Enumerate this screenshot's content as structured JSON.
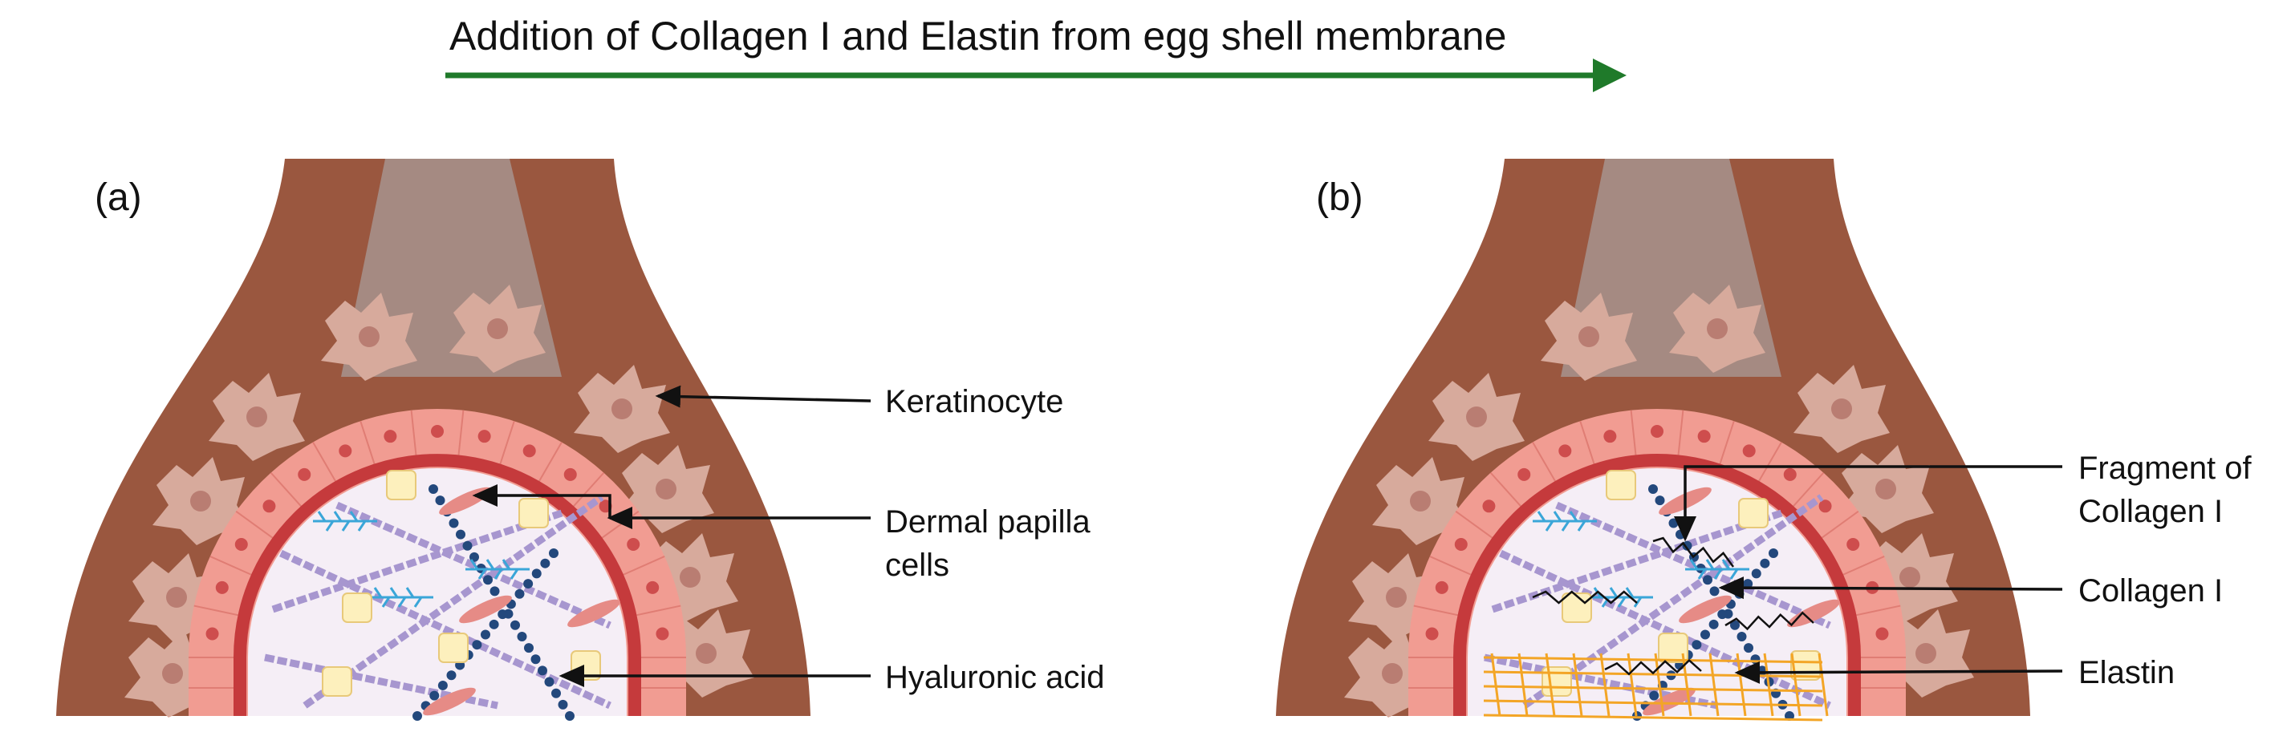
{
  "title": "Addition of Collagen I and Elastin from egg shell membrane",
  "panels": [
    {
      "letter": "(a)",
      "labels": {
        "keratinocyte": "Keratinocyte",
        "dermal_1": "Dermal papilla",
        "dermal_2": "cells",
        "hyaluronic": "Hyaluronic acid"
      }
    },
    {
      "letter": "(b)",
      "labels": {
        "fragment_1": "Fragment of",
        "fragment_2": "Collagen I",
        "collagen": "Collagen I",
        "elastin": "Elastin"
      }
    }
  ],
  "colors": {
    "arrow": "#1f7a2a",
    "outer_sheath": "#9a573f",
    "hair_shaft": "#a58a82",
    "keratinocyte": "#d7aa9c",
    "keratinocyte_nucleus": "#b97d72",
    "epithelial_cell": "#f19c92",
    "basement_membrane": "#c53a3c",
    "papilla_matrix": "#f5eef6",
    "collagen_fiber": "#a796cf",
    "hyaluronic_acid": "#23487c",
    "dermal_papilla_cell": "#fdf0bd",
    "fibroblast": "#e68b86",
    "elastin_mesh": "#f3a526",
    "collagen_fragment": "#111111",
    "hyaluronan_branch": "#3aa6d8"
  }
}
